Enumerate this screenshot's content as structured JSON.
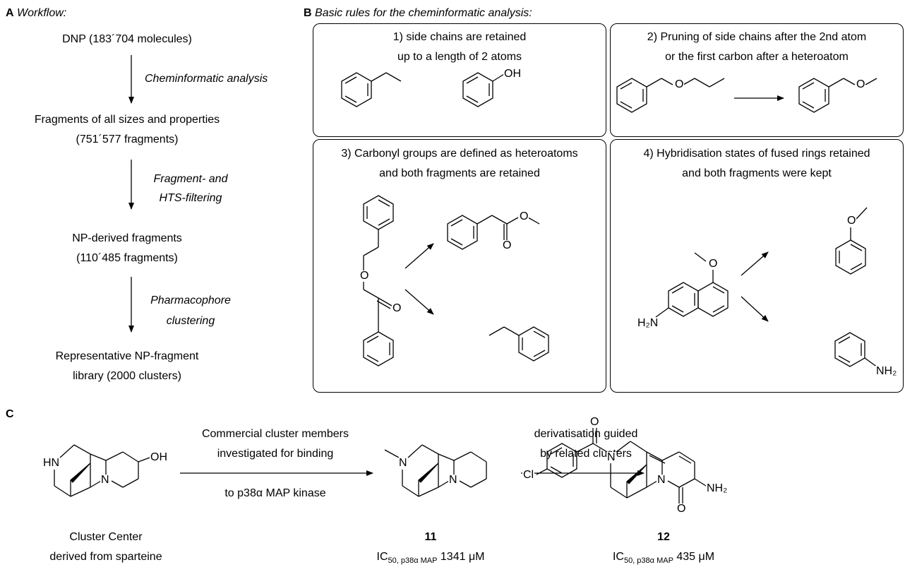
{
  "panel_a": {
    "letter": "A",
    "title": "Workflow:",
    "step1": "DNP (183´704 molecules)",
    "arrow1": "Cheminformatic analysis",
    "step2_line1": "Fragments of all sizes and properties",
    "step2_line2": "(751´577 fragments)",
    "arrow2_line1": "Fragment- and",
    "arrow2_line2": "HTS-filtering",
    "step3_line1": "NP-derived fragments",
    "step3_line2": "(110´485 fragments)",
    "arrow3_line1": "Pharmacophore",
    "arrow3_line2": "clustering",
    "step4_line1": "Representative NP-fragment",
    "step4_line2": "library (2000 clusters)"
  },
  "panel_b": {
    "letter": "B",
    "title": "Basic rules for the cheminformatic analysis:",
    "rule1_line1": "1) side chains are retained",
    "rule1_line2": "up to a length of 2 atoms",
    "rule2_line1": "2) Pruning of side chains after the 2nd atom",
    "rule2_line2": "or the first carbon after a heteroatom",
    "rule3_line1": "3) Carbonyl groups are defined as heteroatoms",
    "rule3_line2": "and both fragments are retained",
    "rule4_line1": "4) Hybridisation states of fused rings retained",
    "rule4_line2": "and both fragments were kept"
  },
  "panel_c": {
    "letter": "C",
    "arrow1_line1": "Commercial cluster members",
    "arrow1_line2": "investigated for binding",
    "arrow1_line3": "to p38α MAP kinase",
    "arrow2_line1": "derivatisation guided",
    "arrow2_line2": "by related clusters",
    "cpd_center_line1": "Cluster Center",
    "cpd_center_line2": "derived from sparteine",
    "cpd11_label": "11",
    "cpd11_ic50_prefix": "IC",
    "cpd11_ic50_sub": "50, p38α MAP",
    "cpd11_ic50_value": "1341 μM",
    "cpd12_label": "12",
    "cpd12_ic50_prefix": "IC",
    "cpd12_ic50_sub": "50, p38α MAP",
    "cpd12_ic50_value": "435 μM"
  },
  "atoms": {
    "oh": "OH",
    "o": "O",
    "nh": "HN",
    "n": "N",
    "cl": "Cl",
    "h2n": "H₂N",
    "nh2": "NH₂"
  }
}
